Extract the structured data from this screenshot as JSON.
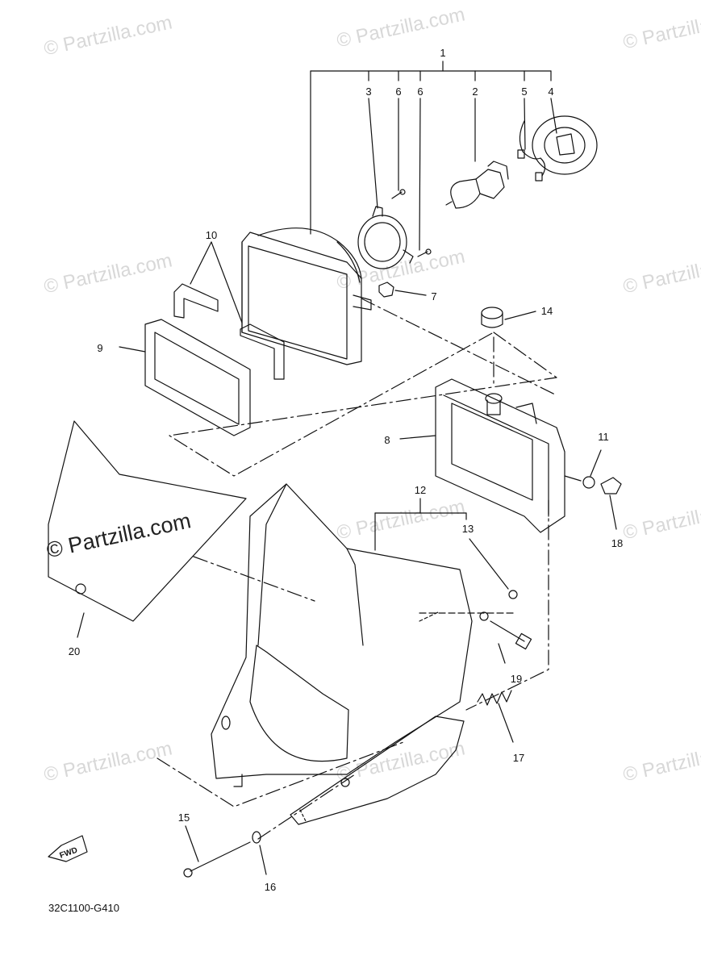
{
  "diagram": {
    "code": "32C1100-G410",
    "fwd_label": "FWD",
    "watermark": "© Partzilla.com",
    "callouts": [
      "1",
      "2",
      "3",
      "4",
      "5",
      "6",
      "6",
      "7",
      "8",
      "9",
      "10",
      "11",
      "12",
      "13",
      "14",
      "15",
      "16",
      "17",
      "18",
      "19",
      "20"
    ]
  }
}
